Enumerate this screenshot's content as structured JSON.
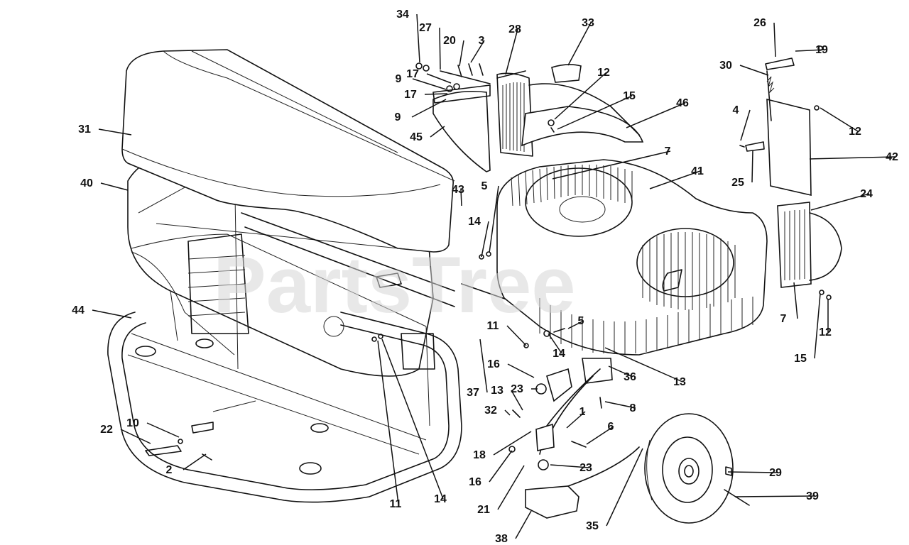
{
  "watermark": "PartsTree",
  "callouts": [
    {
      "key": "34",
      "label": "34"
    },
    {
      "key": "27",
      "label": "27"
    },
    {
      "key": "20",
      "label": "20"
    },
    {
      "key": "3",
      "label": "3"
    },
    {
      "key": "28",
      "label": "28"
    },
    {
      "key": "33",
      "label": "33"
    },
    {
      "key": "26",
      "label": "26"
    },
    {
      "key": "19",
      "label": "19"
    },
    {
      "key": "30",
      "label": "30"
    },
    {
      "key": "9a",
      "label": "9"
    },
    {
      "key": "17a",
      "label": "17"
    },
    {
      "key": "17b",
      "label": "17"
    },
    {
      "key": "9b",
      "label": "9"
    },
    {
      "key": "12a",
      "label": "12"
    },
    {
      "key": "15a",
      "label": "15"
    },
    {
      "key": "46",
      "label": "46"
    },
    {
      "key": "4",
      "label": "4"
    },
    {
      "key": "12b",
      "label": "12"
    },
    {
      "key": "31",
      "label": "31"
    },
    {
      "key": "45",
      "label": "45"
    },
    {
      "key": "42",
      "label": "42"
    },
    {
      "key": "7a",
      "label": "7"
    },
    {
      "key": "41",
      "label": "41"
    },
    {
      "key": "25",
      "label": "25"
    },
    {
      "key": "40",
      "label": "40"
    },
    {
      "key": "43",
      "label": "43"
    },
    {
      "key": "5a",
      "label": "5"
    },
    {
      "key": "24",
      "label": "24"
    },
    {
      "key": "14a",
      "label": "14"
    },
    {
      "key": "44",
      "label": "44"
    },
    {
      "key": "7b",
      "label": "7"
    },
    {
      "key": "12c",
      "label": "12"
    },
    {
      "key": "11a",
      "label": "11"
    },
    {
      "key": "5b",
      "label": "5"
    },
    {
      "key": "14b",
      "label": "14"
    },
    {
      "key": "15b",
      "label": "15"
    },
    {
      "key": "16a",
      "label": "16"
    },
    {
      "key": "36",
      "label": "36"
    },
    {
      "key": "13a",
      "label": "13"
    },
    {
      "key": "13b",
      "label": "13"
    },
    {
      "key": "23a",
      "label": "23"
    },
    {
      "key": "37",
      "label": "37"
    },
    {
      "key": "8",
      "label": "8"
    },
    {
      "key": "32",
      "label": "32"
    },
    {
      "key": "1",
      "label": "1"
    },
    {
      "key": "22",
      "label": "22"
    },
    {
      "key": "10",
      "label": "10"
    },
    {
      "key": "6",
      "label": "6"
    },
    {
      "key": "18",
      "label": "18"
    },
    {
      "key": "2",
      "label": "2"
    },
    {
      "key": "16b",
      "label": "16"
    },
    {
      "key": "23b",
      "label": "23"
    },
    {
      "key": "29",
      "label": "29"
    },
    {
      "key": "11b",
      "label": "11"
    },
    {
      "key": "14c",
      "label": "14"
    },
    {
      "key": "21",
      "label": "21"
    },
    {
      "key": "39",
      "label": "39"
    },
    {
      "key": "35",
      "label": "35"
    },
    {
      "key": "38",
      "label": "38"
    }
  ]
}
